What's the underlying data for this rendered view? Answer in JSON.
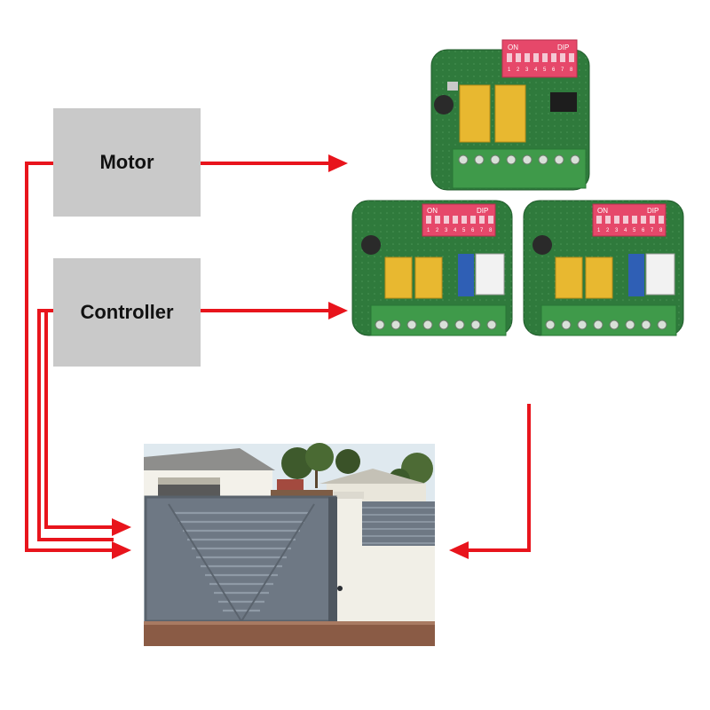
{
  "labels": {
    "motor": "Motor",
    "controller": "Controller"
  },
  "boards": [
    {
      "dip_on": "ON",
      "dip_label": "DIP",
      "dip_numbers": [
        "1",
        "2",
        "3",
        "4",
        "5",
        "6",
        "7",
        "8"
      ]
    },
    {
      "dip_on": "ON",
      "dip_label": "DIP",
      "dip_numbers": [
        "1",
        "2",
        "3",
        "4",
        "5",
        "6",
        "7",
        "8"
      ]
    },
    {
      "dip_on": "ON",
      "dip_label": "DIP",
      "dip_numbers": [
        "1",
        "2",
        "3",
        "4",
        "5",
        "6",
        "7",
        "8"
      ]
    }
  ],
  "colors": {
    "arrow": "#e8141c",
    "box": "#c9c9c9",
    "pcb": "#2f7a3c",
    "dip": "#e6486a",
    "relay": "#e8b830",
    "terminal": "#3f9a4a",
    "gate": "#6e7884",
    "wall": "#f1efe7",
    "sky": "#dfe9ef"
  }
}
